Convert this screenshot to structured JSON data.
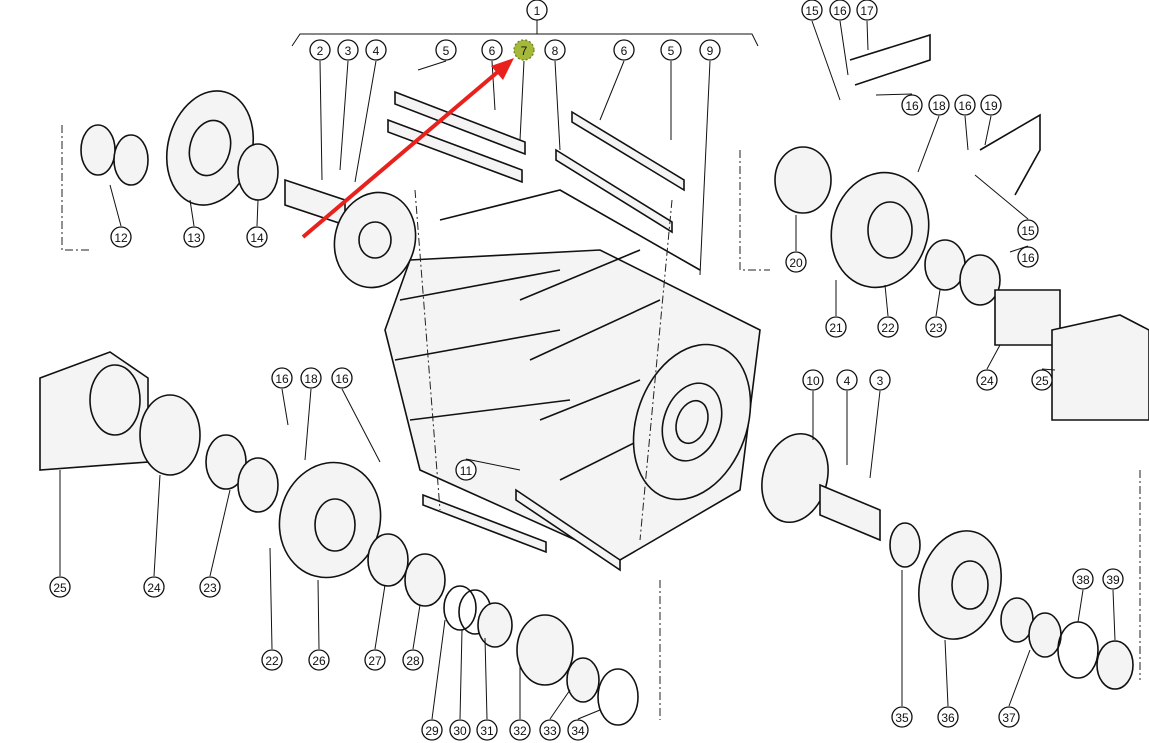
{
  "diagram": {
    "type": "exploded parts diagram",
    "highlighted_callout": "7",
    "highlight_color": "#a4b83a",
    "arrow_color": "#e8211d",
    "callouts": [
      "1",
      "2",
      "3",
      "4",
      "5",
      "6",
      "7",
      "8",
      "6",
      "5",
      "9",
      "15",
      "16",
      "17",
      "16",
      "18",
      "16",
      "19",
      "12",
      "13",
      "14",
      "20",
      "15",
      "16",
      "21",
      "22",
      "23",
      "24",
      "25",
      "16",
      "18",
      "16",
      "10",
      "4",
      "3",
      "11",
      "25",
      "24",
      "23",
      "22",
      "26",
      "27",
      "28",
      "38",
      "39",
      "29",
      "30",
      "31",
      "32",
      "33",
      "34",
      "35",
      "36",
      "37"
    ]
  }
}
